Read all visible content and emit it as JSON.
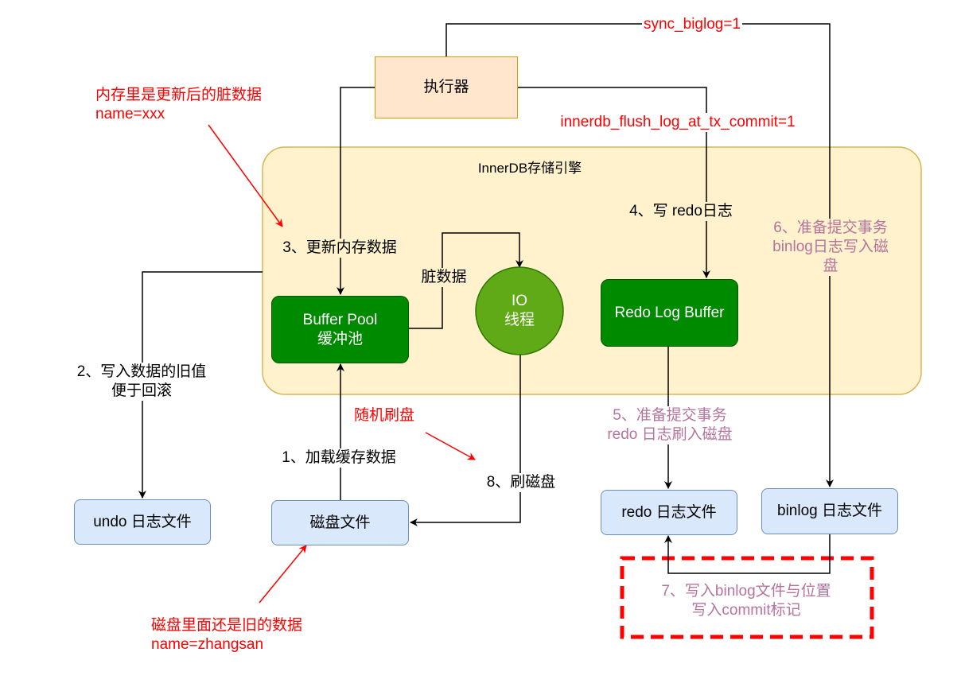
{
  "nodes": {
    "executor": "执行器",
    "engine": "InnerDB存储引擎",
    "buffer_pool": "Buffer Pool\n缓冲池",
    "io_thread": "IO\n线程",
    "redo_log_buffer": "Redo Log Buffer",
    "undo_file": "undo 日志文件",
    "disk_file": "磁盘文件",
    "redo_file": "redo 日志文件",
    "binlog_file": "binlog 日志文件"
  },
  "edges": {
    "sync_biglog": "sync_biglog=1",
    "flush_log": "innerdb_flush_log_at_tx_commit=1",
    "step3": "3、更新内存数据",
    "step4": "4、写 redo日志",
    "step6": "6、准备提交事务\nbinlog日志写入磁盘",
    "dirty": "脏数据",
    "step2": "2、写入数据的旧值\n便于回滚",
    "step1": "1、加载缓存数据",
    "step5": "5、准备提交事务\nredo 日志刷入磁盘",
    "step8": "8、刷磁盘",
    "step7": "7、写入binlog文件与位置\n写入commit标记"
  },
  "annotations": {
    "memory_note": "内存里是更新后的脏数据\nname=xxx",
    "random_flush": "随机刷盘",
    "disk_note": "磁盘里面还是旧的数据\nname=zhangsan"
  },
  "colors": {
    "engine_fill": "#fff2cc",
    "engine_border": "#d6b656",
    "red": "#ff0000",
    "purple": "#b5739d",
    "dashed_border": "#ff0000"
  }
}
